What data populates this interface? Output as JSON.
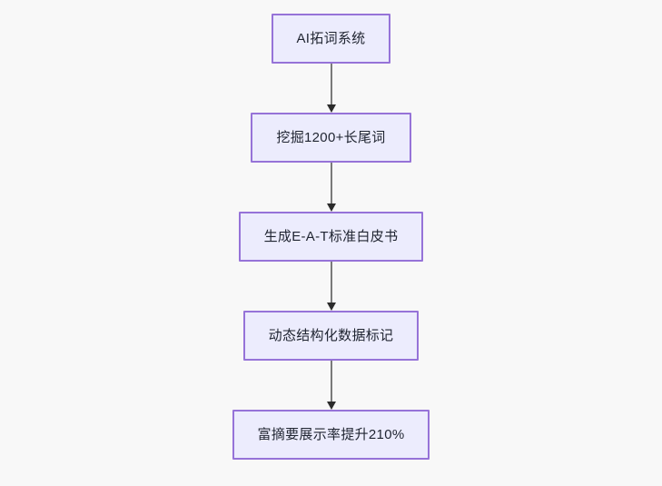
{
  "diagram": {
    "type": "flowchart",
    "orientation": "top-to-bottom",
    "background_color": "#f8f8f8",
    "node_fill_color": "#ececfd",
    "node_border_color": "#9673d8",
    "node_text_color": "#1f2430",
    "connector_color": "#7a7a7a",
    "arrowhead_color": "#2b2b2b",
    "nodes": [
      {
        "id": "node-1",
        "label": "AI拓词系统"
      },
      {
        "id": "node-2",
        "label": "挖掘1200+长尾词"
      },
      {
        "id": "node-3",
        "label": "生成E-A-T标准白皮书"
      },
      {
        "id": "node-4",
        "label": "动态结构化数据标记"
      },
      {
        "id": "node-5",
        "label": "富摘要展示率提升210%"
      }
    ],
    "edges": [
      {
        "id": "edge-1",
        "from": "node-1",
        "to": "node-2"
      },
      {
        "id": "edge-2",
        "from": "node-2",
        "to": "node-3"
      },
      {
        "id": "edge-3",
        "from": "node-3",
        "to": "node-4"
      },
      {
        "id": "edge-4",
        "from": "node-4",
        "to": "node-5"
      }
    ]
  }
}
